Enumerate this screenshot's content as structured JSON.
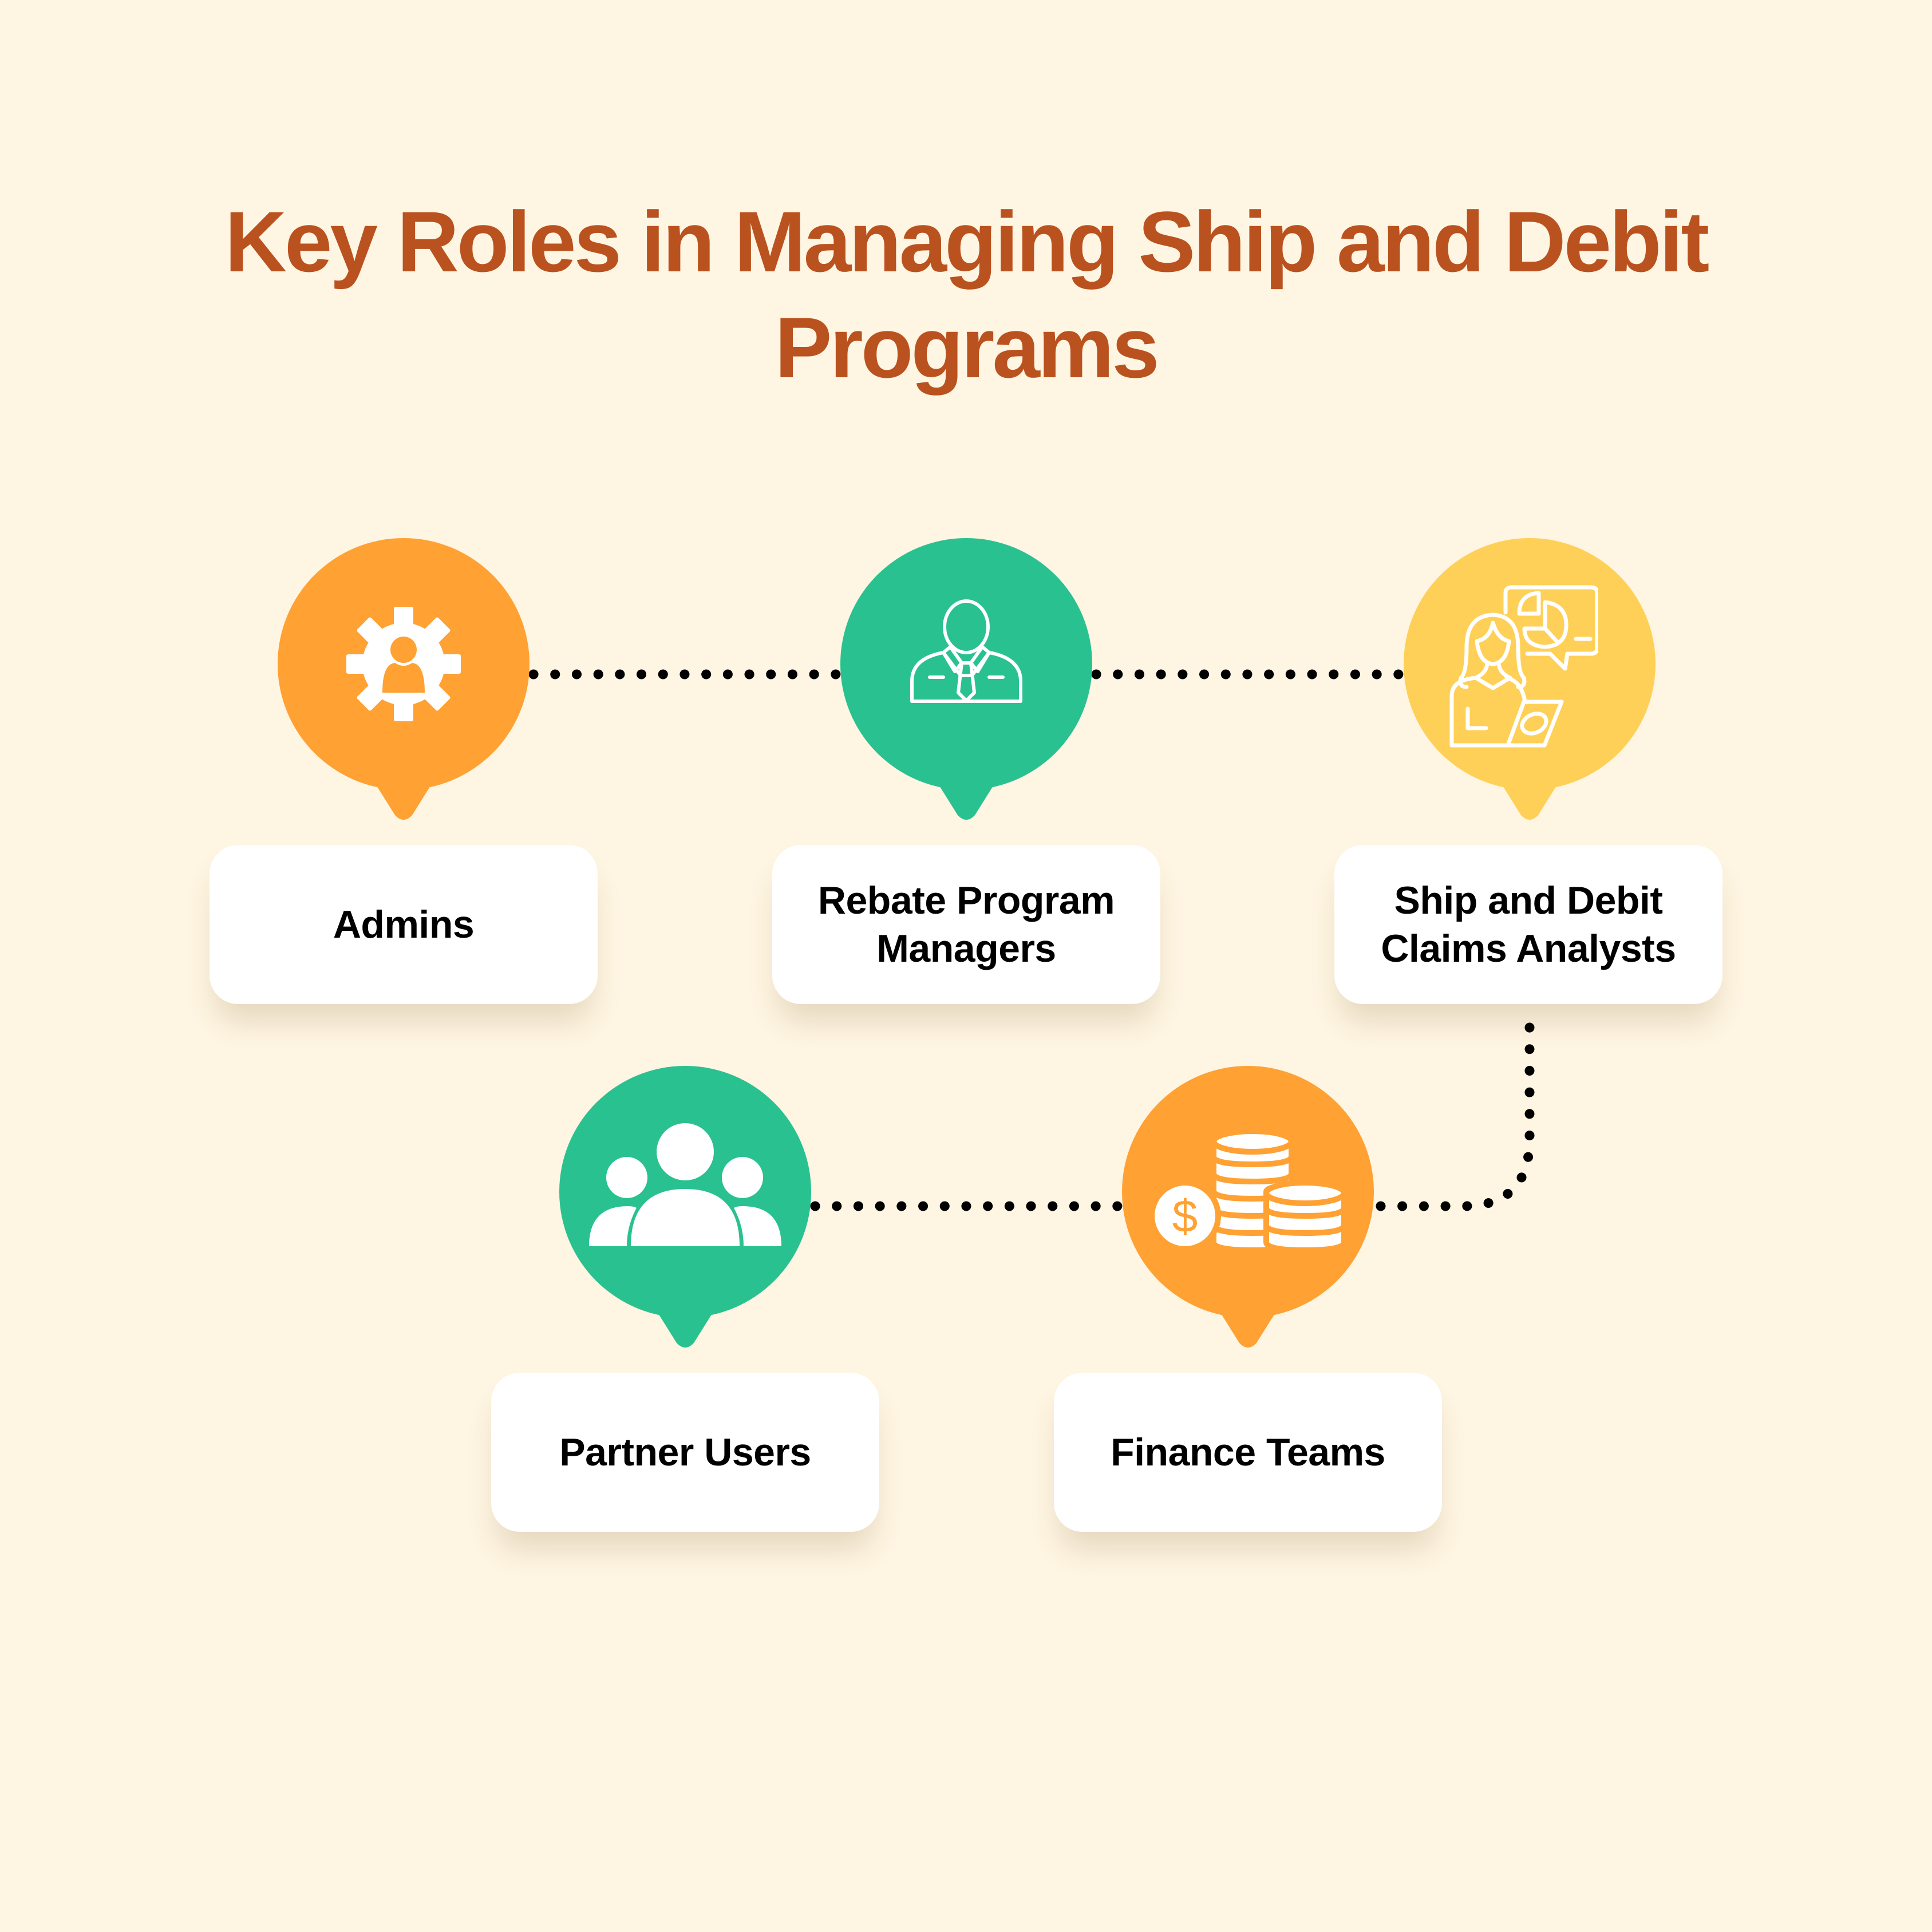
{
  "title": {
    "line1": "Key Roles in Managing Ship and Debit",
    "line2": "Programs",
    "color": "#BA521F"
  },
  "colors": {
    "background": "#FEF5E2",
    "orange": "#FFA133",
    "green": "#2AC190",
    "yellow": "#FFD057",
    "card": "#FFFFFF",
    "connector": "#000000"
  },
  "roles": [
    {
      "id": "admins",
      "label": "Admins",
      "color": "orange",
      "icon": "gear-user-icon"
    },
    {
      "id": "rebate-program-managers",
      "label": "Rebate Program Managers",
      "line1": "Rebate Program",
      "line2": "Managers",
      "color": "green",
      "icon": "businessman-icon"
    },
    {
      "id": "claims-analysts",
      "label": "Ship and Debit Claims Analysts",
      "line1": "Ship and Debit",
      "line2": "Claims Analysts",
      "color": "yellow",
      "icon": "analyst-presentation-icon"
    },
    {
      "id": "partner-users",
      "label": "Partner Users",
      "color": "green",
      "icon": "user-group-icon"
    },
    {
      "id": "finance-teams",
      "label": "Finance Teams",
      "color": "orange",
      "icon": "coins-dollar-icon"
    }
  ],
  "connections": [
    [
      "admins",
      "rebate-program-managers"
    ],
    [
      "rebate-program-managers",
      "claims-analysts"
    ],
    [
      "claims-analysts",
      "finance-teams"
    ],
    [
      "finance-teams",
      "partner-users"
    ]
  ]
}
